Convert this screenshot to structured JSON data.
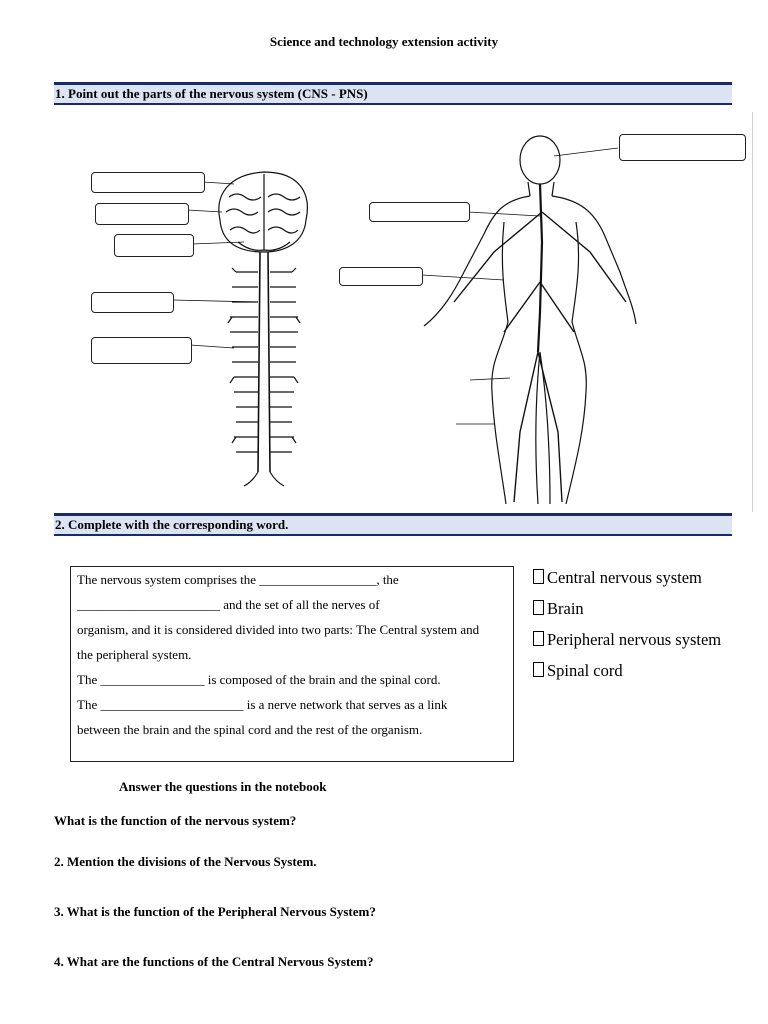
{
  "title": "Science and technology extension activity",
  "section1": {
    "heading": "1. Point out the parts of the nervous system (CNS - PNS)"
  },
  "section2": {
    "heading": "2. Complete with the corresponding word.",
    "paragraph_lines": [
      "The nervous system comprises the __________________, the",
      "______________________ and the set of all the nerves of",
      "organism, and it is considered divided into two parts: The Central system and",
      "the peripheral system.",
      "The ________________ is composed of the brain and the spinal cord.",
      "The ______________________ is a nerve network that serves as a link",
      "between the brain and the spinal cord and the rest of the organism."
    ],
    "options": [
      "Central nervous system",
      "Brain",
      "Peripheral nervous system",
      "Spinal cord"
    ]
  },
  "questions": {
    "instruction": "Answer the questions in the notebook",
    "items": [
      "What is the function of the nervous system?",
      "2. Mention the divisions of the Nervous System.",
      "3. What is the function of the Peripheral Nervous System?",
      "4. What are the functions of the Central Nervous System?"
    ]
  }
}
